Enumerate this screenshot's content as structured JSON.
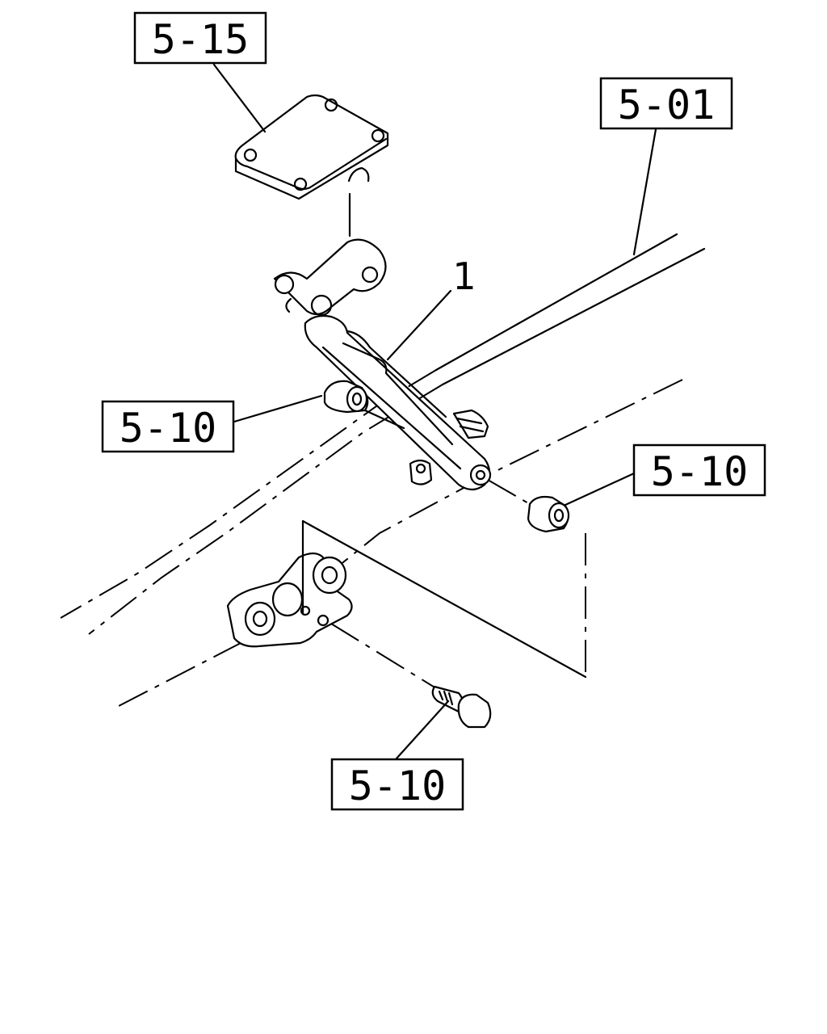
{
  "callouts": {
    "top": "5-15",
    "frame": "5-01",
    "bushing_left": "5-10",
    "bushing_right": "5-10",
    "bolt": "5-10"
  },
  "part_number": "1"
}
